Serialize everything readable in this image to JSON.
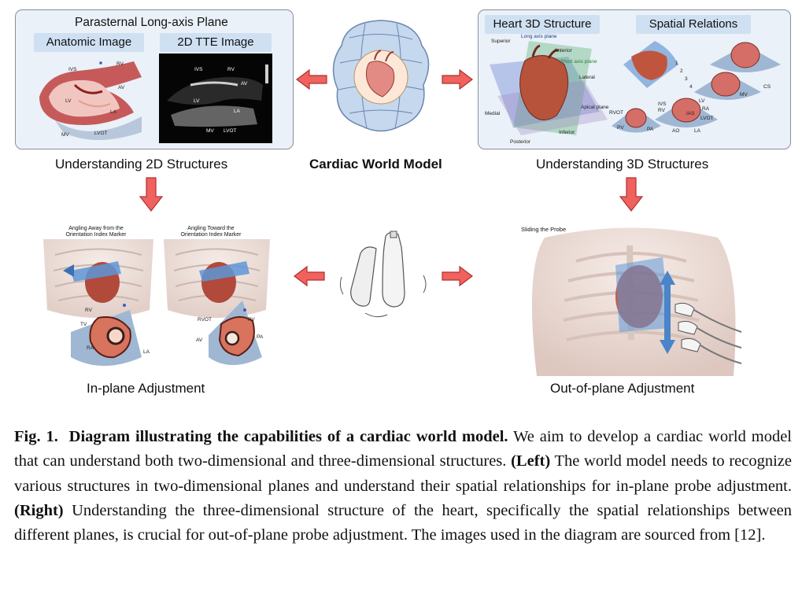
{
  "left_panel": {
    "title": "Parasternal Long-axis Plane",
    "tab_left": "Anatomic Image",
    "tab_right": "2D TTE Image",
    "anatomy_labels": [
      "IVS",
      "RV",
      "AV",
      "LV",
      "LA",
      "MV",
      "LVOT"
    ],
    "tte_labels": [
      "IVS",
      "RV",
      "AV",
      "LV",
      "LA",
      "MV",
      "LVOT"
    ]
  },
  "right_panel": {
    "tab_left": "Heart 3D Structure",
    "tab_right": "Spatial Relations",
    "structure_labels": [
      "Superior",
      "Long axis plane",
      "Anterior",
      "Short axis plane",
      "Lateral",
      "Apical plane",
      "Medial",
      "Inferior",
      "Posterior"
    ],
    "relation_labels": [
      "RVOT",
      "PA",
      "PV",
      "IVS",
      "RV",
      "LV",
      "RA",
      "LVOT",
      "IAS",
      "AO",
      "LA",
      "MV",
      "CS"
    ],
    "plane_numbers": [
      "1",
      "2",
      "3",
      "4"
    ]
  },
  "center": {
    "title": "Cardiac World Model"
  },
  "captions": {
    "understanding_2d": "Understanding 2D Structures",
    "understanding_3d": "Understanding 3D Structures",
    "in_plane": "In-plane Adjustment",
    "out_of_plane": "Out-of-plane Adjustment"
  },
  "in_plane": {
    "left_title_1": "Angling Away from the",
    "left_title_2": "Orientation Index Marker",
    "right_title_1": "Angling Toward the",
    "right_title_2": "Orientation Index Marker",
    "left_labels": [
      "RV",
      "TV",
      "RA",
      "LA"
    ],
    "right_labels": [
      "RVOT",
      "PV",
      "AV",
      "PA"
    ]
  },
  "out_of_plane": {
    "title": "Sliding the Probe"
  },
  "figure_caption": {
    "label": "Fig. 1.",
    "bold_title": "Diagram illustrating the capabilities of a cardiac world model.",
    "text_1": "We aim to develop a cardiac world model that can understand both two-dimensional and three-dimensional structures.",
    "left_label": "(Left)",
    "text_2": "The world model needs to recognize various structures in two-dimensional planes and understand their spatial relationships for in-plane probe adjustment.",
    "right_label": "(Right)",
    "text_3": "Understanding the three-dimensional structure of the heart, specifically the spatial relationships between different planes, is crucial for out-of-plane probe adjustment. The images used in the diagram are sourced from [12]."
  },
  "colors": {
    "panel_bg": "#eaf1f8",
    "chip_bg": "#cfe0f2",
    "arrow_fill": "#f0625e",
    "arrow_stroke": "#b03030",
    "fan_blue": "#9fb7d3",
    "heart_red": "#c74a4a"
  }
}
